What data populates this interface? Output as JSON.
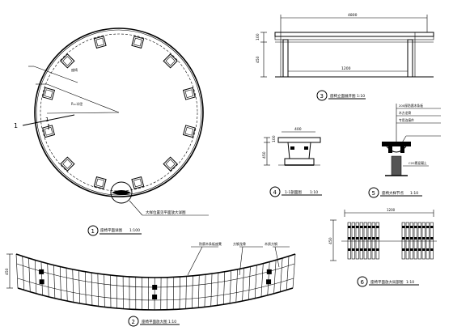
{
  "drawing": {
    "bg_color": "#ffffff",
    "line_color": "#000000",
    "plan": {
      "number": "1",
      "title": "座椅平面详图",
      "scale": "1:100",
      "cut_mark": "1",
      "note_small": "座椅",
      "note_radius": "R=半径",
      "callout": "大样位置见平面放大详图"
    },
    "elevation_3": {
      "number": "3",
      "title": "座椅立面展开图",
      "scale": "1:10",
      "dim_top": "4800",
      "dim_bottom": "1200",
      "dim_side_a": "450",
      "dim_side_b": "100"
    },
    "section_4": {
      "number": "4",
      "title": "1-1剖面图",
      "scale": "1:10",
      "dim_top": "400",
      "dim_side_a": "450",
      "dim_side_b": "100"
    },
    "detail_5": {
      "number": "5",
      "title": "座椅大样节点",
      "scale": "1:10",
      "notes": [
        "200厚防腐木条板",
        "木方龙骨",
        "专用连接件",
        "C20素混凝土"
      ]
    },
    "plan_2": {
      "number": "2",
      "title": "座椅平面放大图",
      "scale": "1:10",
      "labels": [
        "防腐木条板座凳",
        "方钢龙骨",
        "木质方钢"
      ],
      "dim_side": "450"
    },
    "elevation_6": {
      "number": "6",
      "title": "座椅平面放大局部图",
      "scale": "1:10",
      "dim_top": "1200",
      "dim_side": "450"
    }
  }
}
